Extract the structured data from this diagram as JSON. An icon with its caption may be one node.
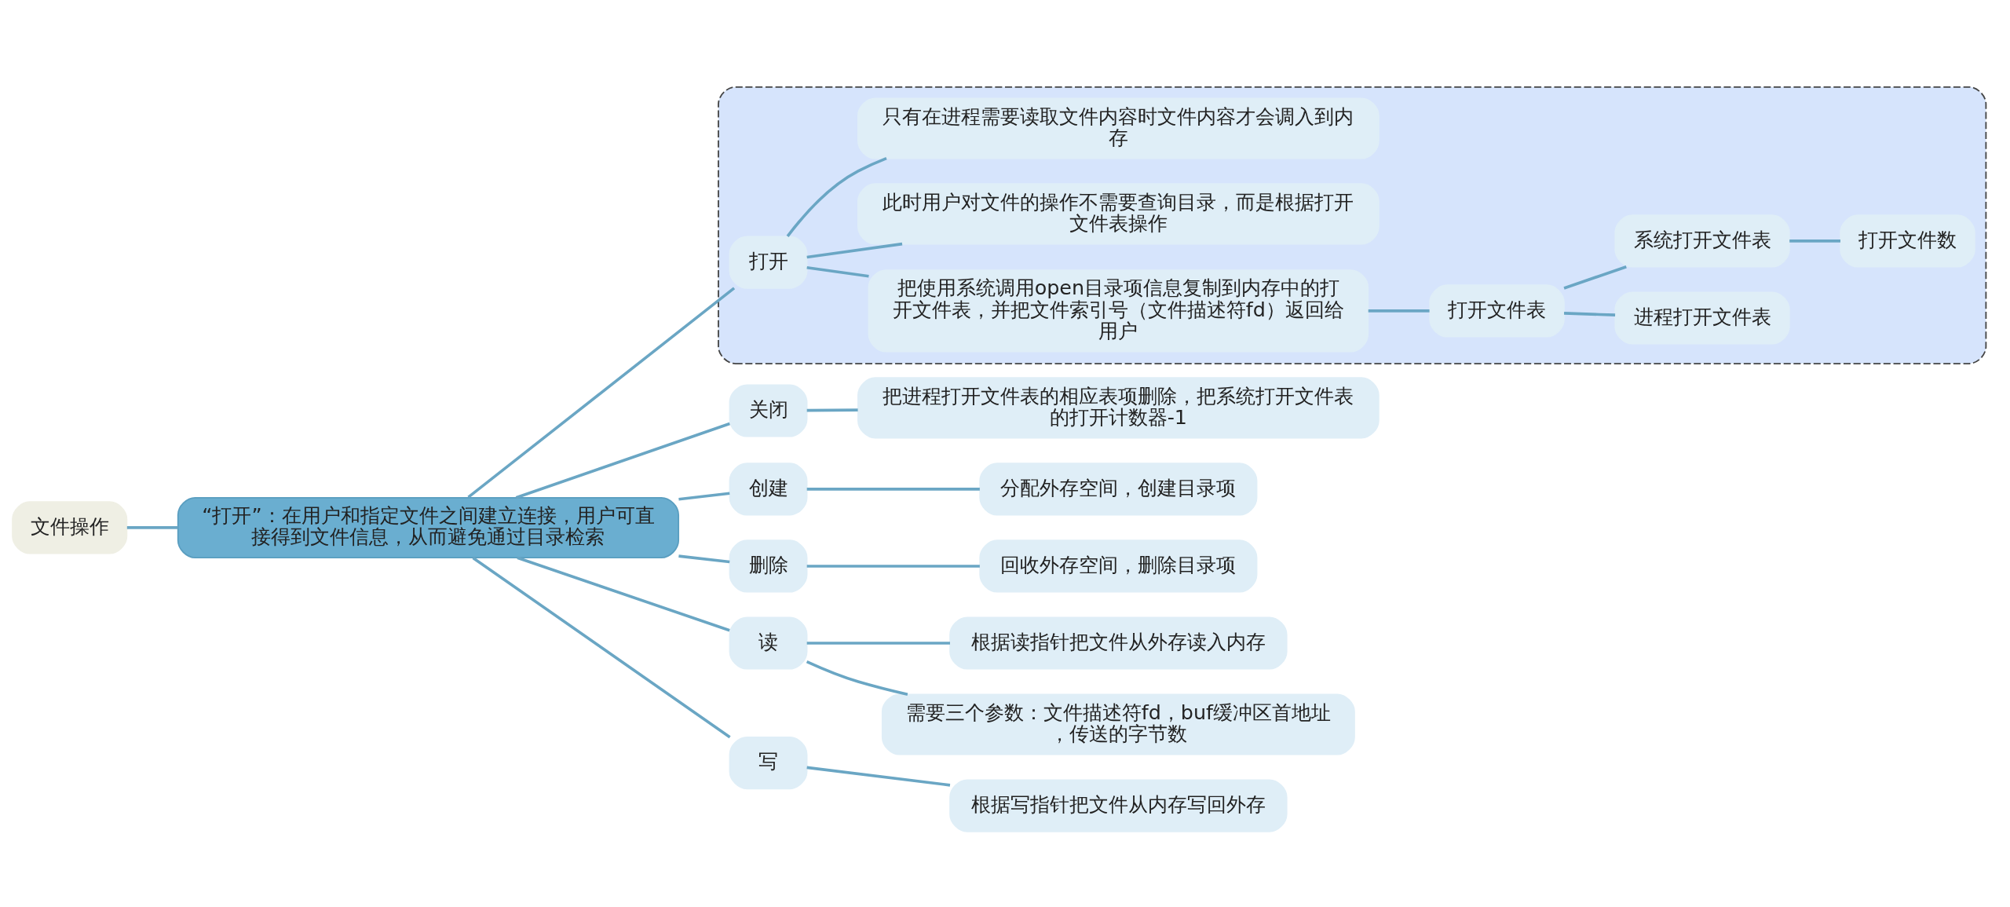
{
  "diagram": {
    "nodes": [
      {
        "text": [
          "文件操作"
        ]
      },
      {
        "text": [
          "“打开”：在用户和指定文件之间建立连接，用户可直接得到文件信息，从而避免通过目录检索"
        ]
      },
      {
        "text": [],
        "shape": "box"
      },
      {
        "text": [
          "打开"
        ],
        "in": 2
      },
      {
        "text": [
          "把使用系统调用open目录项信息复制到内存中的打开文件表，并把文件索引号（文件描述符fd）返回给用户"
        ],
        "in": 2
      },
      {
        "text": [
          "打开文件表"
        ],
        "in": 2
      },
      {
        "text": [
          "进程打开文件表"
        ],
        "in": 2
      },
      {
        "text": [
          "系统打开文件表"
        ],
        "in": 2
      },
      {
        "text": [
          "打开文件数"
        ],
        "in": 2
      },
      {
        "text": [
          "此时用户对文件的操作不需要查询目录，而是根据打开文件表操作"
        ],
        "in": 2
      },
      {
        "text": [
          "只有在进程需要读取文件内容时文件内容才会调入到内存"
        ],
        "in": 2
      },
      {
        "text": [
          "关闭"
        ]
      },
      {
        "text": [
          "把进程打开文件表的相应表项删除，把系统打开文件表的打开计数器-1"
        ]
      },
      {
        "text": [
          "创建"
        ]
      },
      {
        "text": [
          "分配外存空间，创建目录项"
        ]
      },
      {
        "text": [
          "删除"
        ]
      },
      {
        "text": [
          "回收外存空间，删除目录项"
        ]
      },
      {
        "text": [
          "读"
        ]
      },
      {
        "text": [
          "根据读指针把文件从外存读入内存"
        ]
      },
      {
        "text": [
          "需要三个参数：文件描述符fd，buf缓冲区首地址，传送的字节数"
        ]
      },
      {
        "text": [
          "写"
        ]
      },
      {
        "text": [
          "根据写指针把文件从内存写回外存"
        ]
      }
    ],
    "edges": [
      {
        "from": 0,
        "to": 1,
        "arrow": "none"
      },
      {
        "from": 1,
        "to": 3,
        "arrow": "none"
      },
      {
        "from": 3,
        "to": 4,
        "arrow": "none"
      },
      {
        "from": 4,
        "to": 5,
        "arrow": "none"
      },
      {
        "from": 5,
        "to": 6,
        "arrow": "none"
      },
      {
        "from": 5,
        "to": 7,
        "arrow": "none"
      },
      {
        "from": 7,
        "to": 8,
        "arrow": "none"
      },
      {
        "from": 3,
        "to": 9,
        "arrow": "none"
      },
      {
        "from": 3,
        "to": 10,
        "arrow": "none"
      },
      {
        "from": 1,
        "to": 11,
        "arrow": "none"
      },
      {
        "from": 11,
        "to": 12,
        "arrow": "none"
      },
      {
        "from": 1,
        "to": 13,
        "arrow": "none"
      },
      {
        "from": 13,
        "to": 14,
        "arrow": "none"
      },
      {
        "from": 1,
        "to": 15,
        "arrow": "none"
      },
      {
        "from": 15,
        "to": 16,
        "arrow": "none"
      },
      {
        "from": 1,
        "to": 17,
        "arrow": "none"
      },
      {
        "from": 17,
        "to": 18,
        "arrow": "none"
      },
      {
        "from": 17,
        "to": 19,
        "arrow": "none"
      },
      {
        "from": 1,
        "to": 20,
        "arrow": "none"
      },
      {
        "from": 20,
        "to": 21,
        "arrow": "none"
      }
    ]
  }
}
